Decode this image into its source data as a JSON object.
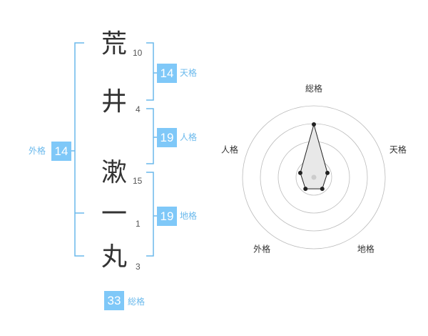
{
  "name": {
    "characters": [
      {
        "char": "荒",
        "strokes": "10"
      },
      {
        "char": "井",
        "strokes": "4"
      },
      {
        "char": "漱",
        "strokes": "15"
      },
      {
        "char": "一",
        "strokes": "1"
      },
      {
        "char": "丸",
        "strokes": "3"
      }
    ]
  },
  "fortune": {
    "tenkaku": {
      "value": "14",
      "label": "天格"
    },
    "jinkaku": {
      "value": "19",
      "label": "人格"
    },
    "chikaku": {
      "value": "19",
      "label": "地格"
    },
    "gaikaku": {
      "value": "14",
      "label": "外格"
    },
    "soukaku": {
      "value": "33",
      "label": "総格"
    }
  },
  "radar": {
    "axes": [
      "総格",
      "天格",
      "地格",
      "外格",
      "人格"
    ],
    "rings": 4,
    "values": [
      3.7,
      1.0,
      1.0,
      1.0,
      1.0
    ],
    "max": 5,
    "colors": {
      "ring": "#bbbbbb",
      "fill": "#e8e8e8",
      "line": "#222222",
      "center": "#cccccc"
    }
  },
  "colors": {
    "bracket": "#6ab9ec",
    "badge": "#7fc8f8"
  }
}
